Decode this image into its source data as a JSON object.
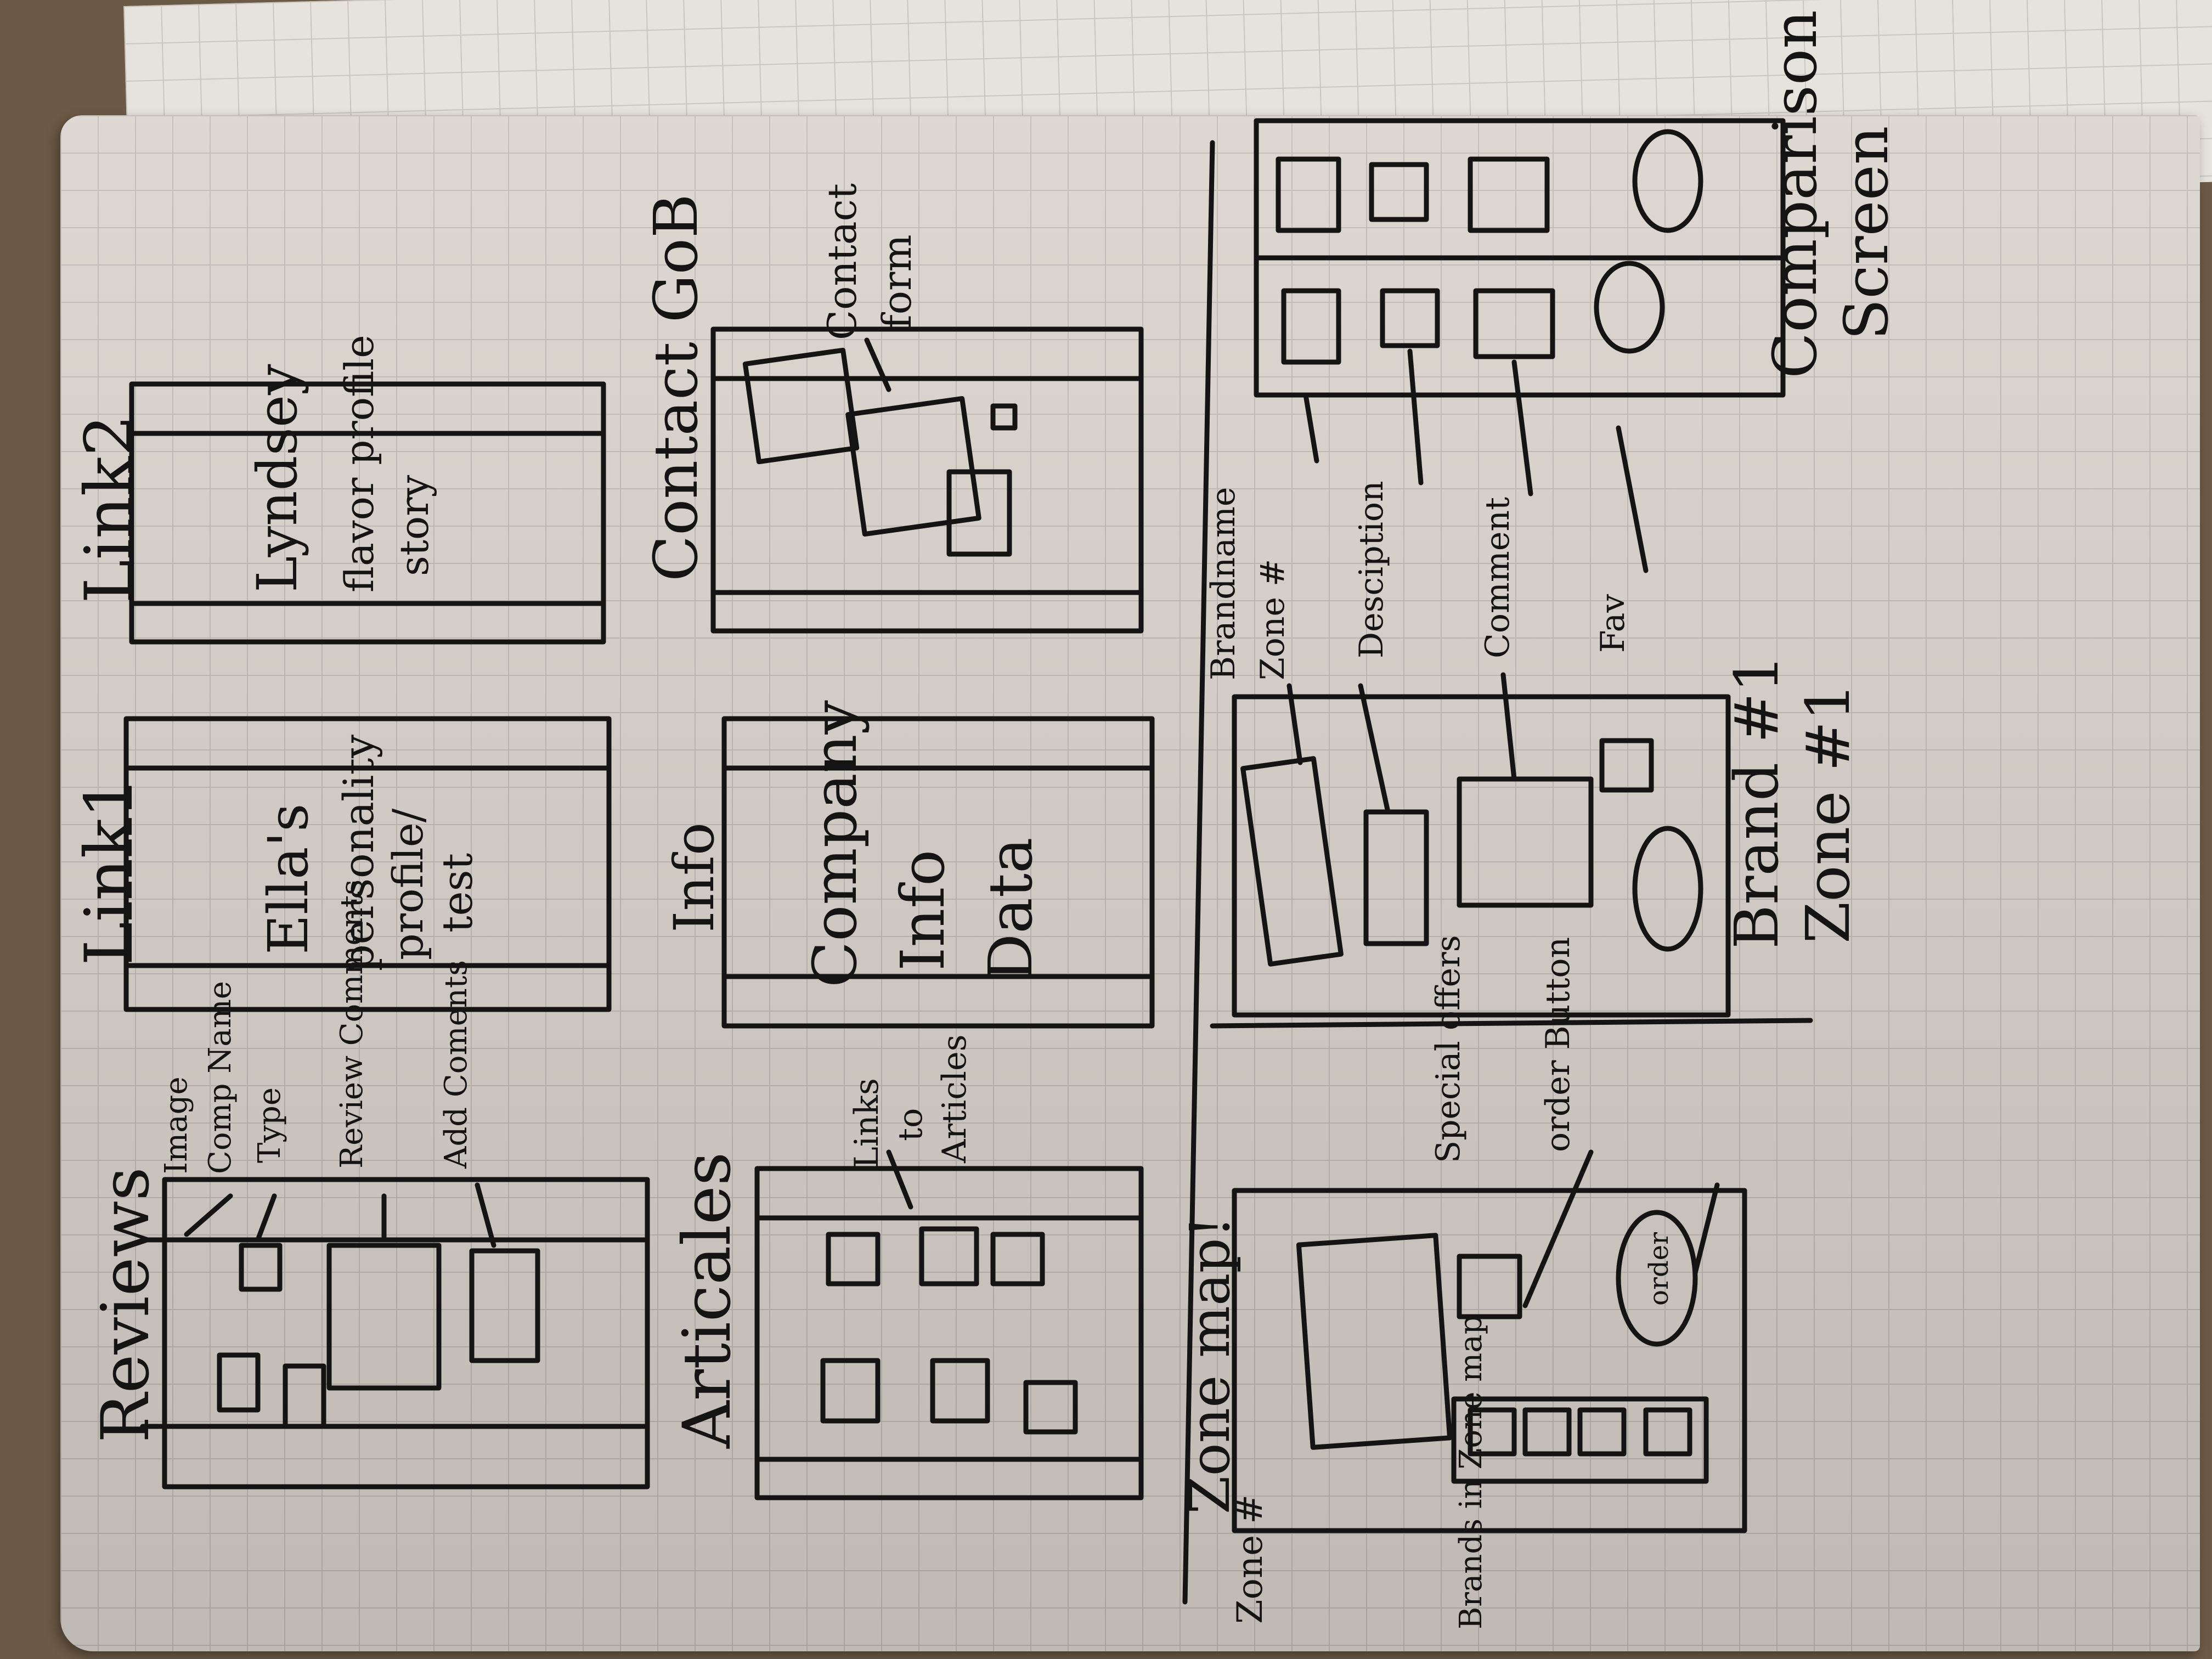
{
  "sketches": {
    "reviews": {
      "title": "Reviews",
      "annotations": [
        "Image",
        "Comp Name",
        "Type",
        "Review Comments",
        "Add Coments"
      ]
    },
    "link1": {
      "title": "Link1",
      "body": [
        "Ella's",
        "personality",
        "profile/",
        "test"
      ]
    },
    "link2": {
      "title": "Link2",
      "body": [
        "Lyndsey",
        "flavor profile",
        "story"
      ]
    },
    "articles": {
      "title": "Articales",
      "annotations": [
        "Links",
        "to",
        "Articles"
      ]
    },
    "info": {
      "title": "Info",
      "body": [
        "Company",
        "Info",
        "Data"
      ]
    },
    "contact": {
      "title": "Contact GoB",
      "annotations": [
        "Contact",
        "form"
      ]
    },
    "zone_map": {
      "title": "Zone map!",
      "annotations": [
        "Special offers",
        "order Button",
        "Zone #",
        "Brands in Zone map"
      ],
      "button_label": "order"
    },
    "brand_zone": {
      "title": "Brand #1",
      "subtitle": "Zone #1",
      "annotations": [
        "Brandname",
        "Zone #",
        "Desciption",
        "Comment",
        "Fav"
      ]
    },
    "comparison": {
      "title": "Comparison",
      "subtitle": "Screen"
    }
  }
}
